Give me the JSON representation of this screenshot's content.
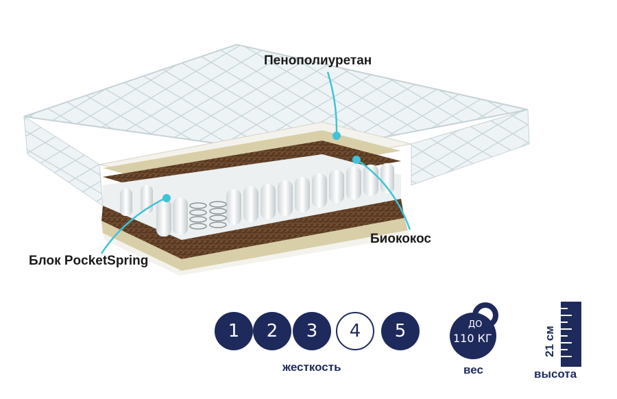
{
  "labels": {
    "top": "Пенополиуретан",
    "right": "Биококос",
    "left": "Блок PocketSpring"
  },
  "hardness": {
    "levels": [
      "1",
      "2",
      "3",
      "4",
      "5"
    ],
    "selected": "4",
    "caption": "жесткость"
  },
  "weight": {
    "prefix": "ДО",
    "value": "110 КГ",
    "caption": "вес"
  },
  "height": {
    "value": "21 см",
    "caption": "высота"
  },
  "colors": {
    "navy": "#1e2a5c",
    "cyan": "#3fc3d9",
    "coir": "#5a3a22",
    "foam": "#d8cfa8",
    "cover": "#e9f1f3"
  }
}
